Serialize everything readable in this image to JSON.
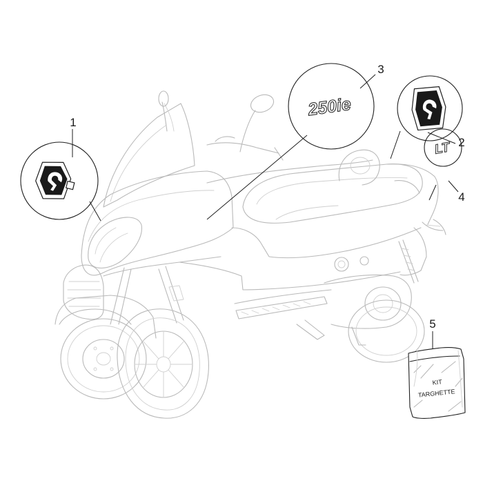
{
  "diagram": {
    "callouts": [
      {
        "id": "1",
        "label": "1"
      },
      {
        "id": "2",
        "label": "2"
      },
      {
        "id": "3",
        "label": "3"
      },
      {
        "id": "4",
        "label": "4"
      },
      {
        "id": "5",
        "label": "5"
      }
    ],
    "badge_text": {
      "model_badge": "250ie",
      "lt_badge": "LT"
    },
    "kit_bag": {
      "line1": "KIT",
      "line2": "TARGHETTE"
    }
  }
}
